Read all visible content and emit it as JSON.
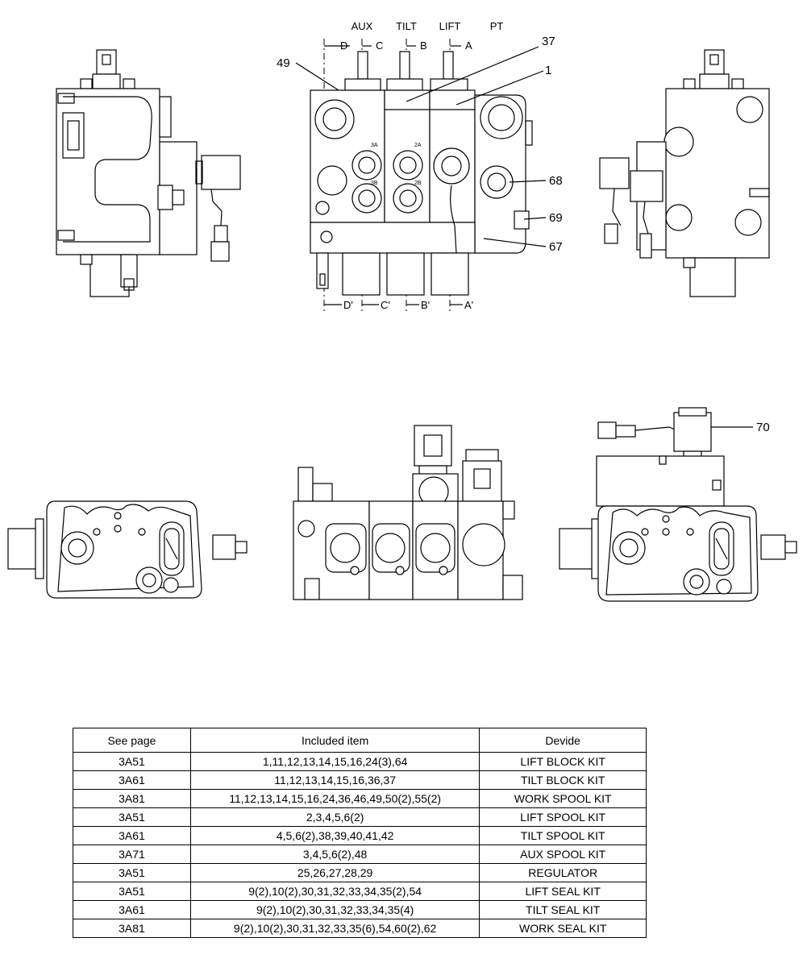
{
  "top_labels": {
    "aux": "AUX",
    "tilt": "TILT",
    "lift": "LIFT",
    "pt": "PT",
    "d": "D",
    "c": "C",
    "b": "B",
    "a": "A",
    "d_prime": "D'",
    "c_prime": "C'",
    "b_prime": "B'",
    "a_prime": "A'"
  },
  "callouts": {
    "c49": "49",
    "c37": "37",
    "c1": "1",
    "c68": "68",
    "c69": "69",
    "c67": "67",
    "c70": "70"
  },
  "port_labels": {
    "p3a": "3A",
    "p3b": "3B",
    "p2a": "2A",
    "p2b": "2B"
  },
  "table": {
    "headers": [
      "See page",
      "Included item",
      "Devide"
    ],
    "rows": [
      [
        "3A51",
        "1,11,12,13,14,15,16,24(3),64",
        "LIFT BLOCK KIT"
      ],
      [
        "3A61",
        "11,12,13,14,15,16,36,37",
        "TILT BLOCK KIT"
      ],
      [
        "3A81",
        "11,12,13,14,15,16,24,36,46,49,50(2),55(2)",
        "WORK SPOOL KIT"
      ],
      [
        "3A51",
        "2,3,4,5,6(2)",
        "LIFT SPOOL KIT"
      ],
      [
        "3A61",
        "4,5,6(2),38,39,40,41,42",
        "TILT SPOOL KIT"
      ],
      [
        "3A71",
        "3,4,5,6(2),48",
        "AUX SPOOL KIT"
      ],
      [
        "3A51",
        "25,26,27,28,29",
        "REGULATOR"
      ],
      [
        "3A51",
        "9(2),10(2),30,31,32,33,34,35(2),54",
        "LIFT SEAL KIT"
      ],
      [
        "3A61",
        "9(2),10(2),30,31,32,33,34,35(4)",
        "TILT SEAL KIT"
      ],
      [
        "3A81",
        "9(2),10(2),30,31,32,33,35(6),54,60(2),62",
        "WORK SEAL KIT"
      ]
    ]
  }
}
